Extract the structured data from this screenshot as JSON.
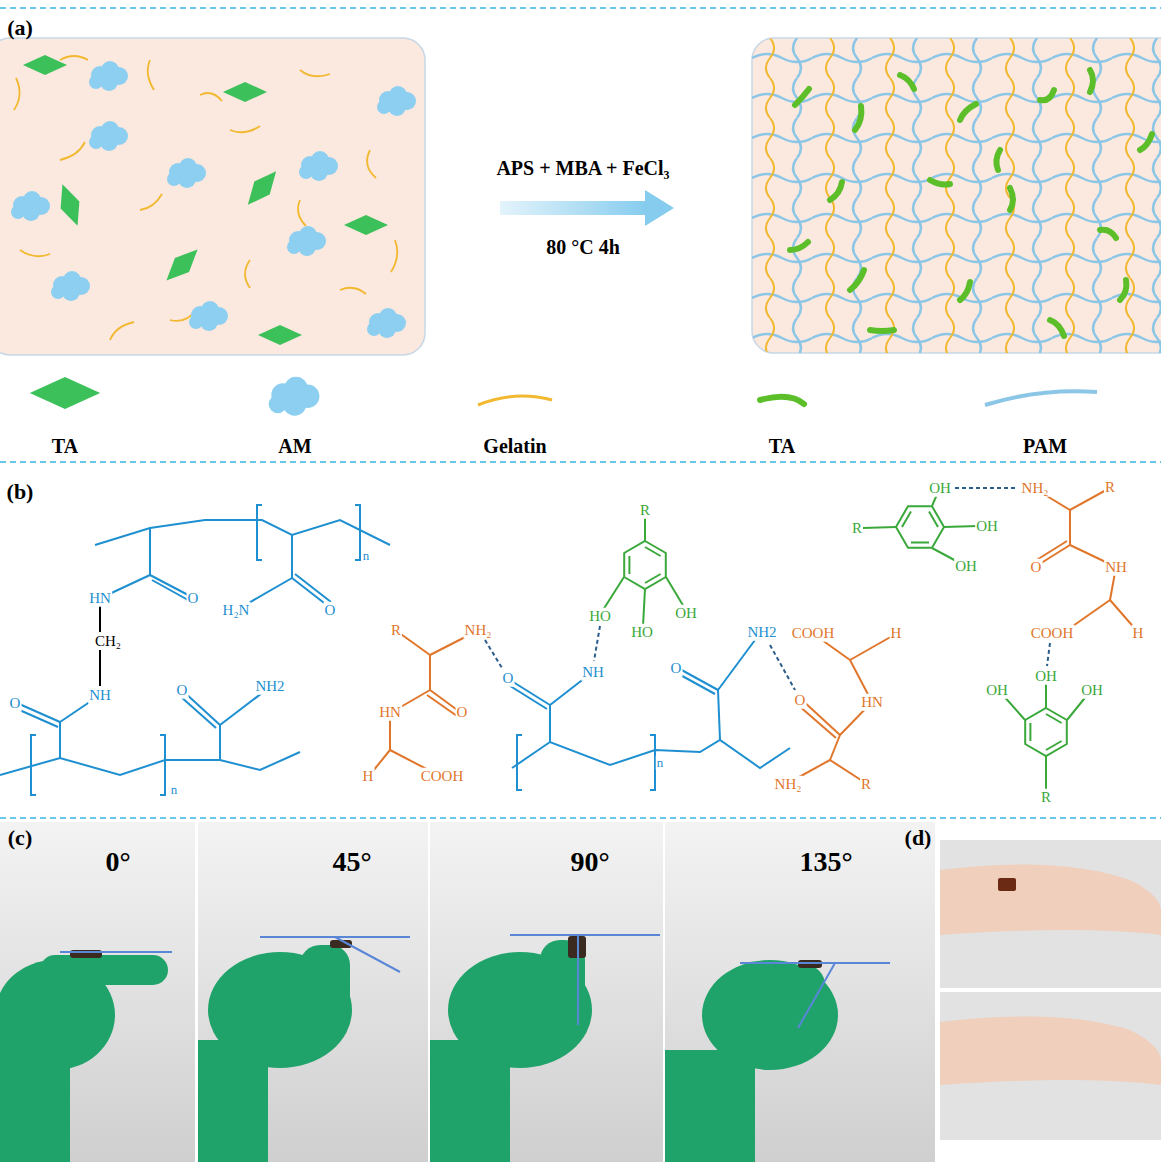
{
  "diagram": {
    "labels": [
      "(a)",
      "APS + MBA + FeCl₃",
      "80 °C 4h",
      "(b)",
      "n",
      "HN",
      "O",
      "H₂N",
      "O",
      "CH₂",
      "NH",
      "O",
      "O",
      "NH2",
      "n",
      "R",
      "HO",
      "HO",
      "OH",
      "R",
      "NH₂",
      "HN",
      "O",
      "H",
      "COOH",
      "O",
      "NH",
      "O",
      "NH2",
      "n",
      "COOH",
      "H",
      "O",
      "HN",
      "NH₂",
      "R",
      "OH",
      "NH₂",
      "R",
      "R",
      "OH",
      "OH",
      "O",
      "NH",
      "COOH",
      "H",
      "OH",
      "OH",
      "OH",
      "R",
      "(c)",
      "0°",
      "45°",
      "90°",
      "135°",
      "(d)"
    ],
    "legend": [
      {
        "text": "TA"
      },
      {
        "text": "AM"
      },
      {
        "text": "Gelatin"
      },
      {
        "text": "TA"
      },
      {
        "text": "PAM"
      }
    ]
  }
}
